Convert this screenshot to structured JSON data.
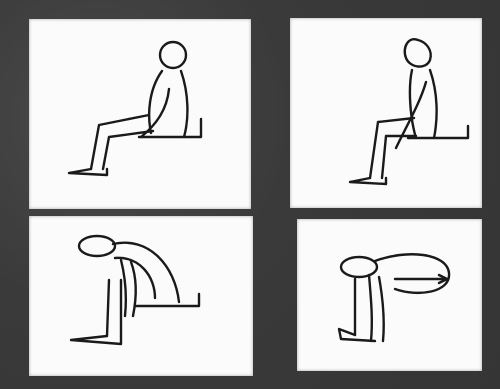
{
  "figure": {
    "panels": [
      {
        "id": "p1",
        "description_name": "seated-upright"
      },
      {
        "id": "p2",
        "description_name": "seated-leaning-forward"
      },
      {
        "id": "p3",
        "description_name": "bent-forward-reaching-ankles"
      },
      {
        "id": "p4",
        "description_name": "fully-bent-forward"
      }
    ],
    "colors": {
      "background": "#3f3f3f",
      "panel": "#fbfbfb",
      "ink": "#1a1a1a"
    }
  }
}
